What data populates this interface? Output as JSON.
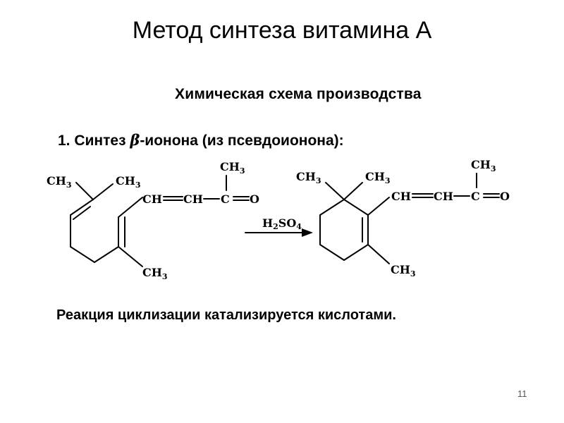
{
  "slide": {
    "title": "Метод синтеза витамина А",
    "page_number": "11"
  },
  "scheme": {
    "heading": "Химическая схема производства",
    "step": {
      "prefix": "1. Синтез ",
      "greek": "β",
      "rest": "-ионона (из псевдоионона):"
    },
    "reagent": {
      "base": "H",
      "sub1": "2",
      "mid": "SO",
      "sub2": "4"
    },
    "groups": {
      "methyl_base": "CH",
      "methyl_sub": "3",
      "ch": "CH",
      "c": "C",
      "o": "O"
    },
    "note": "Реакция циклизации катализируется кислотами."
  }
}
